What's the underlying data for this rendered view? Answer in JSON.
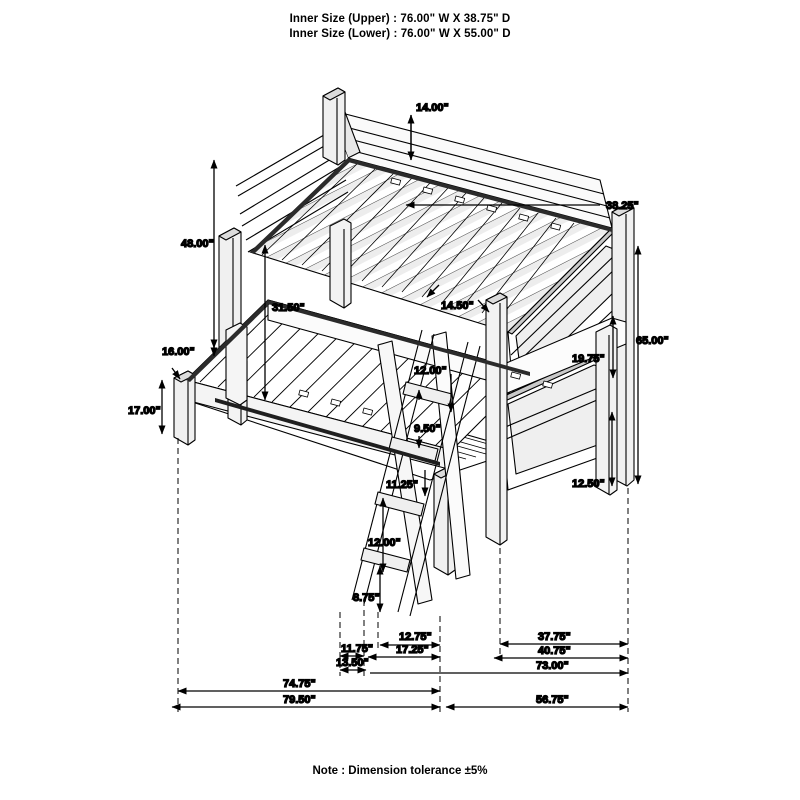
{
  "header": {
    "line1": "Inner Size (Upper) : 76.00\" W X 38.75\" D",
    "line2": "Inner Size (Lower) : 76.00\" W X 55.00\" D"
  },
  "footer": {
    "note": "Note : Dimension tolerance ±5%"
  },
  "product": {
    "type": "Twin over Full Bunk Bed",
    "view": "isometric technical line drawing"
  },
  "dimensions": {
    "upper_guardrail_height": "14.00\"",
    "upper_bunk_deck_from_floor": "48.00\"",
    "lower_to_upper_clearance": "31.50\"",
    "left_offset_upper_to_lower": "16.00\"",
    "lower_deck_height": "17.00\"",
    "upper_bed_inner_depth": "38.25\"",
    "total_height": "65.00\"",
    "lower_headboard_height": "19.75\"",
    "lower_panel_lower_height": "12.50\"",
    "upper_rail_to_deck": "14.50\"",
    "ladder_rung_spacing_upper": "12.00\"",
    "ladder_top_offset": "9.50\"",
    "ladder_mid_offset": "11.25\"",
    "ladder_rung_spacing_lower": "12.00\"",
    "ladder_bottom_rung": "8.75\"",
    "ladder_foot_a": "11.75\"",
    "ladder_foot_b": "12.75\"",
    "ladder_span_a": "13.50\"",
    "ladder_span_b": "17.25\"",
    "lower_bed_depth_inner": "37.75\"",
    "lower_bed_depth_outer": "40.75\"",
    "lower_bed_right_span": "73.00\"",
    "lower_bed_right_total": "56.75\"",
    "upper_bed_length_inner": "74.75\"",
    "overall_length": "79.50\""
  },
  "labels": {
    "d_14_00": "14.00\"",
    "d_48_00": "48.00\"",
    "d_31_50": "31.50\"",
    "d_16_00": "16.00\"",
    "d_17_00": "17.00\"",
    "d_38_25": "38.25\"",
    "d_65_00": "65.00\"",
    "d_19_75": "19.75\"",
    "d_12_50": "12.50\"",
    "d_14_50": "14.50\"",
    "d_12_00_a": "12.00\"",
    "d_9_50": "9.50\"",
    "d_11_25": "11.25\"",
    "d_12_00_b": "12.00\"",
    "d_8_75": "8.75\"",
    "d_11_75": "11.75\"",
    "d_12_75": "12.75\"",
    "d_13_50": "13.50\"",
    "d_17_25": "17.25\"",
    "d_37_75": "37.75\"",
    "d_40_75": "40.75\"",
    "d_73_00": "73.00\"",
    "d_56_75": "56.75\"",
    "d_74_75": "74.75\"",
    "d_79_50": "79.50\""
  },
  "colors": {
    "line": "#000000",
    "background": "#ffffff",
    "shade_light": "#f2f2f2",
    "shade_mid": "#d9d9d9",
    "shade_dark": "#9a9a9a"
  }
}
